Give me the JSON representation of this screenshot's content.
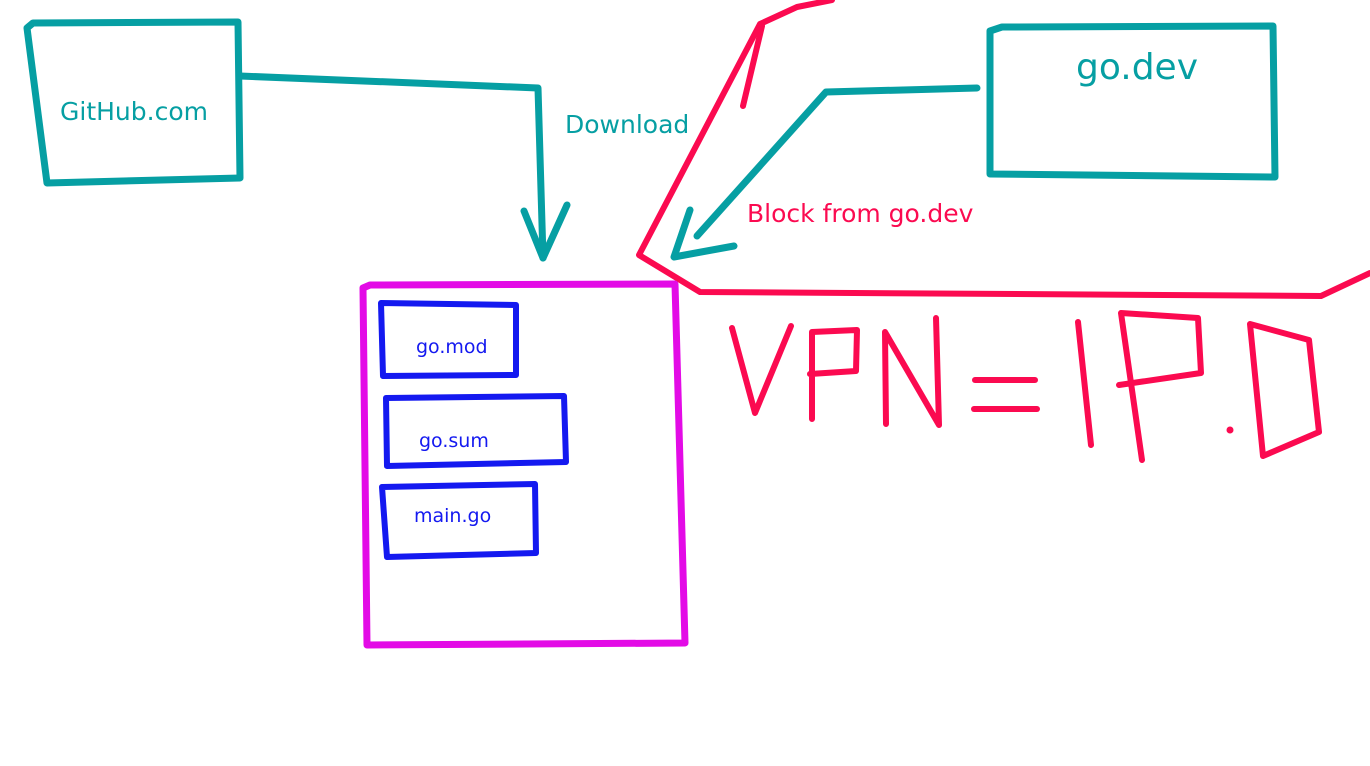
{
  "colors": {
    "teal": "#069fa3",
    "red": "#fb0a50",
    "magenta": "#e30be6",
    "blue": "#1419f0",
    "background": "#ffffff"
  },
  "nodes": {
    "github": {
      "label": "GitHub.com"
    },
    "godev": {
      "label": "go.dev"
    },
    "project": {
      "files": [
        {
          "label": "go.mod"
        },
        {
          "label": "go.sum"
        },
        {
          "label": "main.go"
        }
      ]
    }
  },
  "edges": {
    "download": {
      "label": "Download"
    },
    "block": {
      "label": "Block from go.dev"
    }
  },
  "handwriting": {
    "text": "VPN=IP.D",
    "note": "handwritten strokes"
  }
}
